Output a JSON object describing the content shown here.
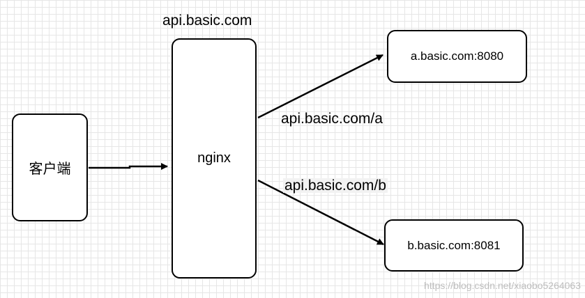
{
  "diagram": {
    "nodes": {
      "client": {
        "label": "客户端"
      },
      "nginx": {
        "label": "nginx"
      },
      "server_a": {
        "label": "a.basic.com:8080"
      },
      "server_b": {
        "label": "b.basic.com:8081"
      }
    },
    "labels": {
      "gateway_domain": "api.basic.com",
      "route_a": "api.basic.com/a",
      "route_b": "api.basic.com/b"
    },
    "edges": [
      {
        "from": "客户端",
        "to": "nginx"
      },
      {
        "from": "nginx",
        "to": "a.basic.com:8080"
      },
      {
        "from": "nginx",
        "to": "b.basic.com:8081"
      }
    ]
  },
  "watermark": "https://blog.csdn.net/xiaobo5264063",
  "colors": {
    "grid": "#e6e6e6",
    "stroke": "#000000",
    "background": "#ffffff"
  }
}
